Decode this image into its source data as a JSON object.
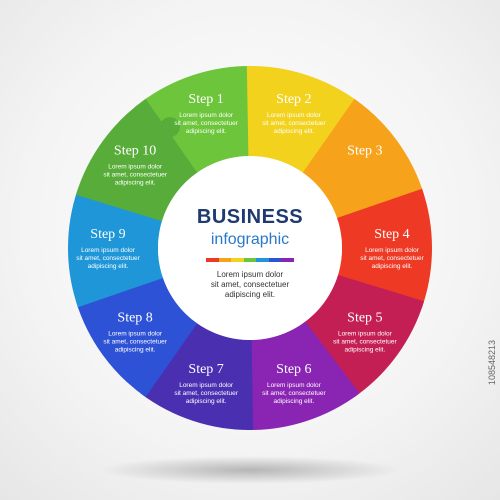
{
  "center": {
    "title": "BUSINESS",
    "subtitle": "infographic",
    "desc_lines": [
      "Lorem ipsum dolor",
      "sit amet, consectetuer",
      "adipiscing elit."
    ]
  },
  "steps": [
    {
      "label": "Step 1",
      "color": "#6cc53a",
      "text": [
        "Lorem ipsum dolor",
        "sit amet, consectetuer",
        "adipiscing elit."
      ]
    },
    {
      "label": "Step 2",
      "color": "#f2d21c",
      "text": [
        "Lorem ipsum dolor",
        "sit amet, consectetuer",
        "adipiscing elit."
      ]
    },
    {
      "label": "Step 3",
      "color": "#f7a21b",
      "text": []
    },
    {
      "label": "Step 4",
      "color": "#ee3a25",
      "text": [
        "Lorem ipsum dolor",
        "sit amet, consectetuer",
        "adipiscing elit."
      ]
    },
    {
      "label": "Step 5",
      "color": "#c41f55",
      "text": [
        "Lorem ipsum dolor",
        "sit amet, consectetuer",
        "adipiscing elit."
      ]
    },
    {
      "label": "Step 6",
      "color": "#8a24b3",
      "text": [
        "Lorem ipsum dolor",
        "sit amet, consectetuer",
        "adipiscing elit."
      ]
    },
    {
      "label": "Step 7",
      "color": "#4a2fb1",
      "text": [
        "Lorem ipsum dolor",
        "sit amet, consectetuer",
        "adipiscing elit."
      ]
    },
    {
      "label": "Step 8",
      "color": "#2e52d6",
      "text": [
        "Lorem ipsum dolor",
        "sit amet, consectetuer",
        "adipiscing elit."
      ]
    },
    {
      "label": "Step 9",
      "color": "#1f96d8",
      "text": [
        "Lorem ipsum dolor",
        "sit amet, consectetuer",
        "adipiscing elit."
      ]
    },
    {
      "label": "Step 10",
      "color": "#58ad3a",
      "text": [
        "Lorem ipsum dolor",
        "sit amet, consectetuer",
        "adipiscing elit."
      ]
    }
  ],
  "rainbow_colors": [
    "#ee3a25",
    "#f7a21b",
    "#f2d21c",
    "#6cc53a",
    "#1f96d8",
    "#2e52d6",
    "#8a24b3"
  ],
  "badge": "108548213"
}
